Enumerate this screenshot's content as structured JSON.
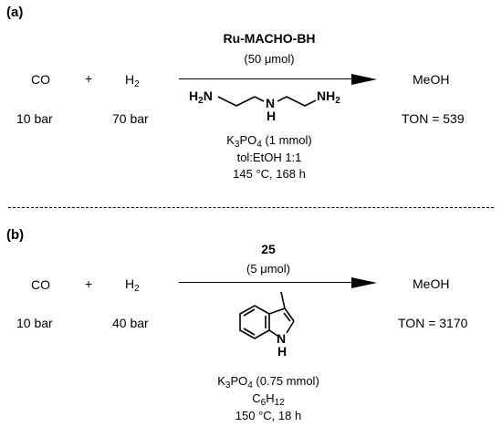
{
  "panel_a": {
    "label": "(a)",
    "reactant1": "CO",
    "plus": "+",
    "reactant2": {
      "base": "H",
      "sub": "2"
    },
    "pressure1": "10 bar",
    "pressure2": "70 bar",
    "catalyst": "Ru-MACHO-BH",
    "loading": "(50 μmol)",
    "ligand_labels": {
      "nh2_left": "H2N",
      "nh": "N",
      "nh_h": "H",
      "nh2_right": "NH2"
    },
    "conditions": [
      {
        "base": "K",
        "sub": "3",
        "rest": "PO",
        "sub2": "4",
        "tail": " (1 mmol)"
      },
      "tol:EtOH 1:1",
      "145 °C, 168 h"
    ],
    "product": "MeOH",
    "ton": "TON = 539"
  },
  "panel_b": {
    "label": "(b)",
    "reactant1": "CO",
    "plus": "+",
    "reactant2": {
      "base": "H",
      "sub": "2"
    },
    "pressure1": "10 bar",
    "pressure2": "40 bar",
    "catalyst": "25",
    "loading": "(5 μmol)",
    "ligand_labels": {
      "n": "N",
      "h": "H"
    },
    "conditions": [
      {
        "base": "K",
        "sub": "3",
        "rest": "PO",
        "sub2": "4",
        "tail": " (0.75 mmol)"
      },
      {
        "base": "C",
        "sub": "6",
        "rest": "H",
        "sub2": "12",
        "tail": ""
      },
      "150 °C, 18 h"
    ],
    "product": "MeOH",
    "ton": "TON = 3170"
  }
}
